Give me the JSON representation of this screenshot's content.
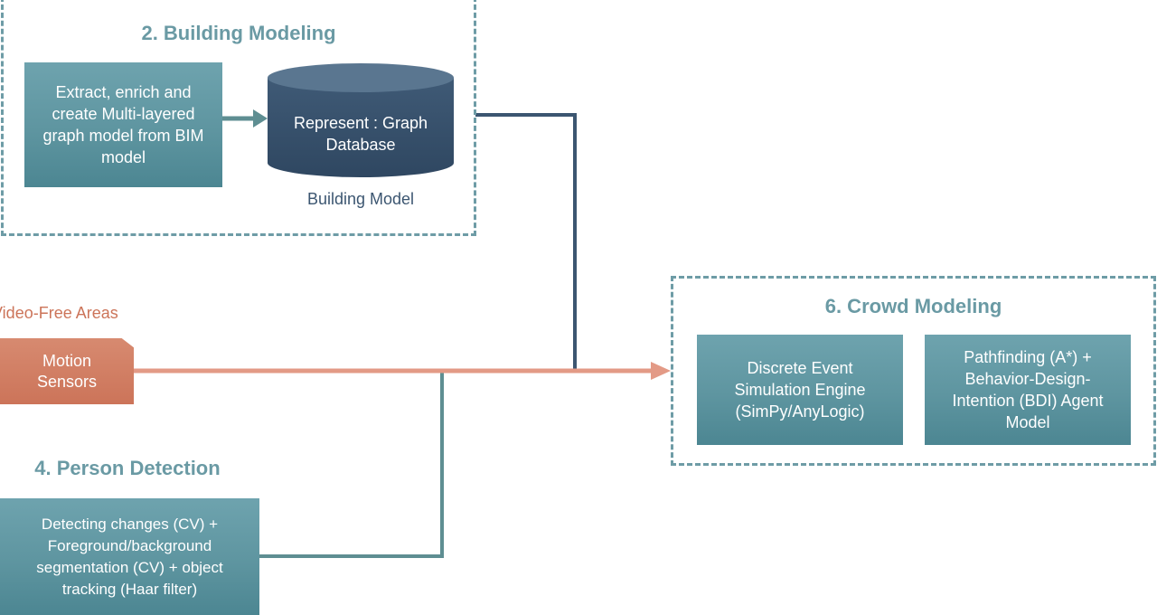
{
  "building_modeling": {
    "title": "2. Building Modeling",
    "extract_box": "Extract, enrich and create Multi-layered graph model from BIM model",
    "database_label": "Represent : Graph Database",
    "database_caption": "Building Model"
  },
  "video_free": {
    "label": "Video-Free Areas",
    "sensor_box": "Motion Sensors"
  },
  "person_detection": {
    "title": "4. Person Detection",
    "box": "Detecting changes (CV) + Foreground/background segmentation (CV) + object tracking (Haar filter)"
  },
  "crowd_modeling": {
    "title": "6. Crowd Modeling",
    "simulation_box": "Discrete Event Simulation Engine (SimPy/AnyLogic)",
    "pathfinding_box": "Pathfinding (A*) + Behavior-Design-Intention (BDI) Agent Model"
  },
  "colors": {
    "teal": "#5e95a0",
    "navy": "#3c5671",
    "orange": "#cc7459",
    "dashed_border": "#6e9ca6"
  }
}
